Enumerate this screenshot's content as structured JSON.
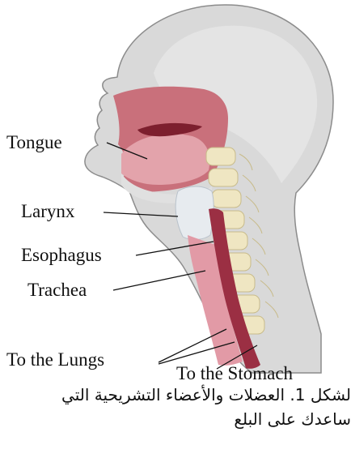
{
  "labels": {
    "tongue": "Tongue",
    "larynx": "Larynx",
    "esophagus": "Esophagus",
    "trachea": "Trachea",
    "to_lungs": "To the Lungs",
    "to_stomach": "To the Stomach"
  },
  "caption": {
    "line1": "لشكل 1. العضلات والأعضاء التشريحية التي",
    "line2": "سا‌عدك على البلع"
  },
  "colors": {
    "head": "#d9d9d9",
    "head_outline": "#8c8c8c",
    "mouth": "#c9707b",
    "mouth_dark": "#7d1f2e",
    "spine": "#efe6c2",
    "larynx": "#e7ebef",
    "esophagus": "#d97d8b",
    "esophagus_dark": "#9b2f43"
  }
}
